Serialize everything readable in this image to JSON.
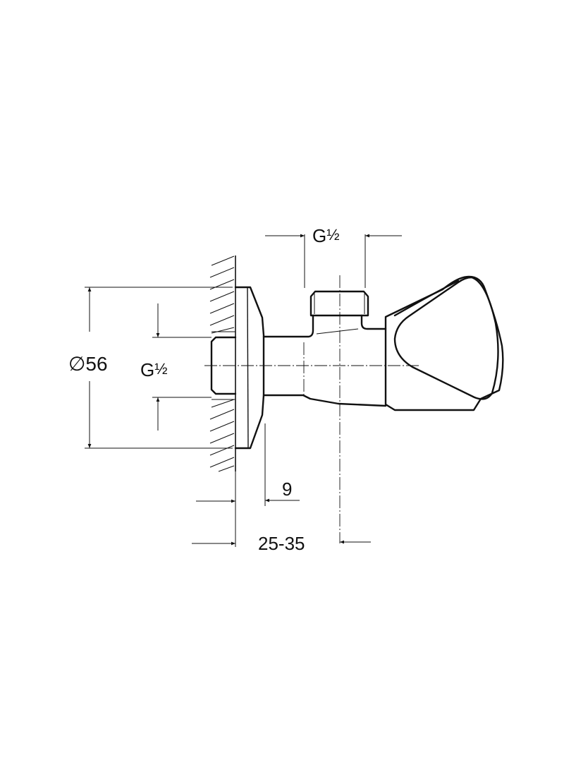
{
  "drawing": {
    "type": "technical-dimension-drawing",
    "subject": "angle valve side view",
    "line_color": "#111111",
    "background": "#ffffff"
  },
  "dimensions": {
    "diameter_rosette": "∅56",
    "inlet_thread_g": "G",
    "inlet_thread_frac": "½",
    "outlet_thread_g": "G",
    "outlet_thread_frac": "½",
    "rosette_depth": "9",
    "projection_range": "25-35"
  }
}
